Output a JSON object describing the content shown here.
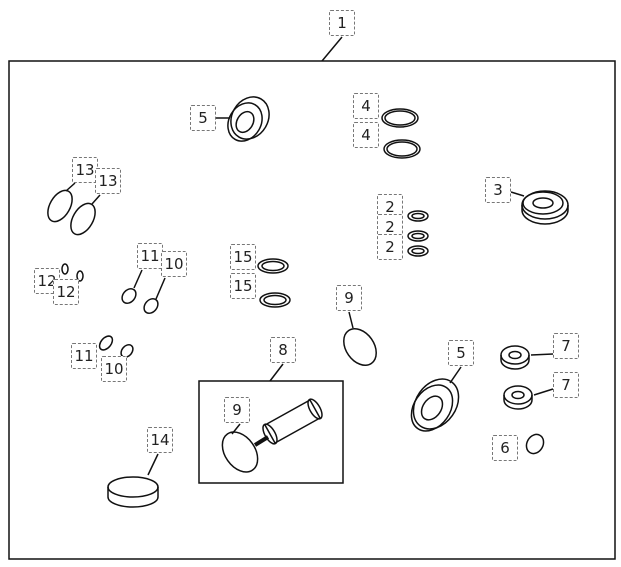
{
  "diagram": {
    "callouts": [
      {
        "id": "c1",
        "label": "1"
      },
      {
        "id": "c5a",
        "label": "5"
      },
      {
        "id": "c4a",
        "label": "4"
      },
      {
        "id": "c4b",
        "label": "4"
      },
      {
        "id": "c13a",
        "label": "13"
      },
      {
        "id": "c13b",
        "label": "13"
      },
      {
        "id": "c3",
        "label": "3"
      },
      {
        "id": "c2a",
        "label": "2"
      },
      {
        "id": "c2b",
        "label": "2"
      },
      {
        "id": "c2c",
        "label": "2"
      },
      {
        "id": "c11a",
        "label": "11"
      },
      {
        "id": "c10a",
        "label": "10"
      },
      {
        "id": "c15a",
        "label": "15"
      },
      {
        "id": "c15b",
        "label": "15"
      },
      {
        "id": "c12a",
        "label": "12"
      },
      {
        "id": "c12b",
        "label": "12"
      },
      {
        "id": "c9a",
        "label": "9"
      },
      {
        "id": "c8",
        "label": "8"
      },
      {
        "id": "c11b",
        "label": "11"
      },
      {
        "id": "c10b",
        "label": "10"
      },
      {
        "id": "c5b",
        "label": "5"
      },
      {
        "id": "c7a",
        "label": "7"
      },
      {
        "id": "c7b",
        "label": "7"
      },
      {
        "id": "c9b",
        "label": "9"
      },
      {
        "id": "c14",
        "label": "14"
      },
      {
        "id": "c6",
        "label": "6"
      }
    ]
  }
}
